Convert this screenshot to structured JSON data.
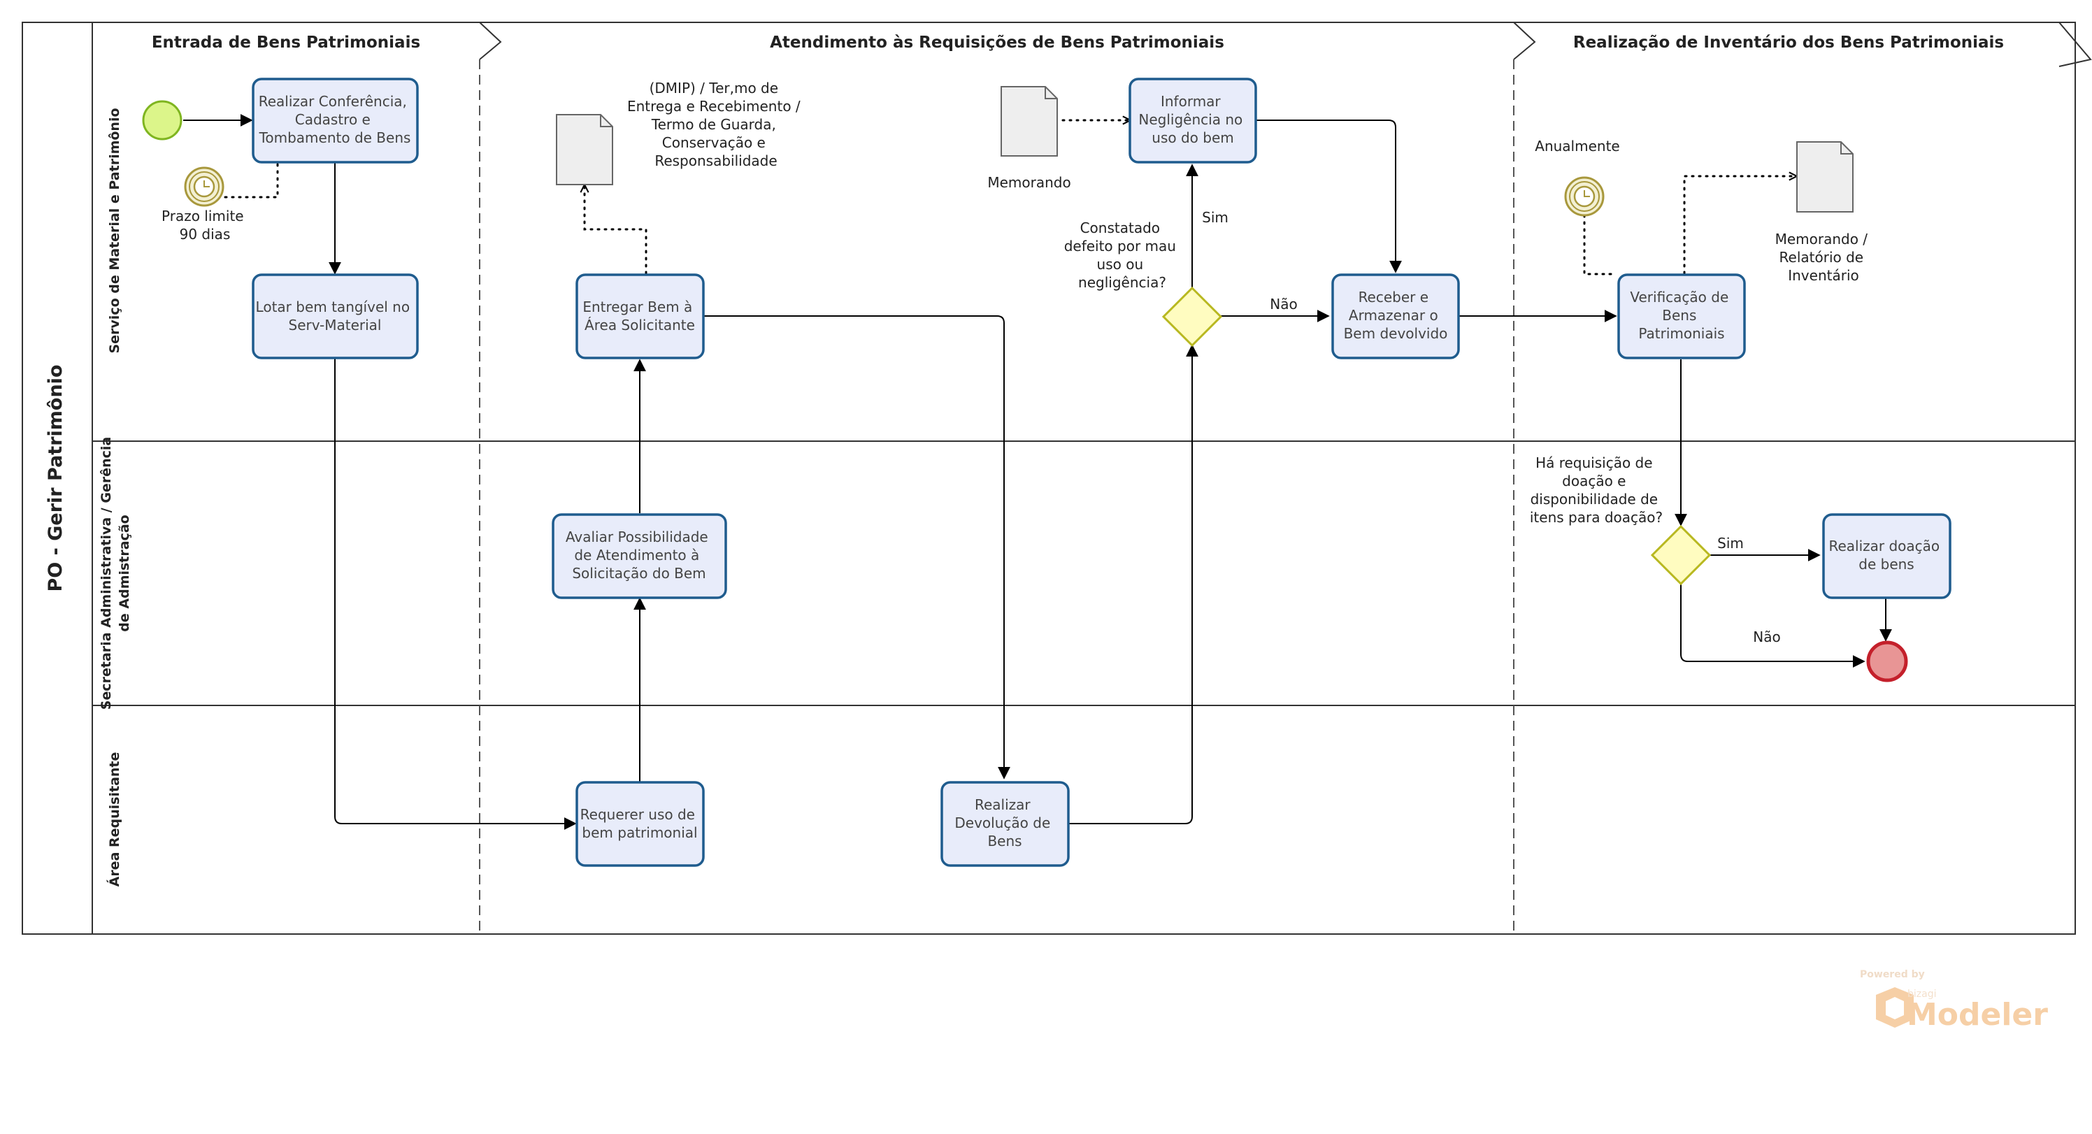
{
  "pool": {
    "title": "PO - Gerir Patrimônio"
  },
  "lanes": [
    {
      "id": "lane1",
      "title": "Serviço de Material e Patrimônio"
    },
    {
      "id": "lane2",
      "title_line1": "Secretaria Administrativa / Gerência",
      "title_line2": "de Admistração"
    },
    {
      "id": "lane3",
      "title": "Área Requisitante"
    }
  ],
  "phases": [
    {
      "title": "Entrada de Bens Patrimoniais"
    },
    {
      "title": "Atendimento às Requisições de Bens Patrimoniais"
    },
    {
      "title": "Realização de Inventário dos Bens Patrimoniais"
    }
  ],
  "tasks": {
    "conferencia": [
      "Realizar Conferência,",
      "Cadastro e",
      "Tombamento de Bens"
    ],
    "lotar": [
      "Lotar bem tangível no",
      "Serv-Material"
    ],
    "entregar": [
      "Entregar Bem à",
      "Área Solicitante"
    ],
    "informar": [
      "Informar",
      "Negligência no",
      "uso do bem"
    ],
    "receber": [
      "Receber e",
      "Armazenar o",
      "Bem devolvido"
    ],
    "verificacao": [
      "Verificação de",
      "Bens",
      "Patrimoniais"
    ],
    "avaliar": [
      "Avaliar Possibilidade",
      "de Atendimento à",
      "Solicitação do Bem"
    ],
    "doacao": [
      "Realizar doação",
      "de bens"
    ],
    "requerer": [
      "Requerer uso de",
      "bem patrimonial"
    ],
    "devolucao": [
      "Realizar",
      "Devolução de",
      "Bens"
    ]
  },
  "annotations": {
    "prazo": [
      "Prazo limite",
      "90 dias"
    ],
    "dmip": [
      "(DMIP) / Ter,mo de",
      "Entrega e Recebimento /",
      "Termo de Guarda,",
      "Conservação e",
      "Responsabilidade"
    ],
    "memorando": "Memorando",
    "constatado": [
      "Constatado",
      "defeito por mau",
      "uso ou",
      "negligência?"
    ],
    "anualmente": "Anualmente",
    "memorando_relatorio": [
      "Memorando /",
      "Relatório de",
      "Inventário"
    ],
    "ha_requisicao": [
      "Há requisição de",
      "doação e",
      "disponibilidade de",
      "itens para doação?"
    ]
  },
  "flow_labels": {
    "sim_top": "Sim",
    "nao_top": "Não",
    "sim_bottom": "Sim",
    "nao_bottom": "Não"
  },
  "watermark": {
    "powered_by": "Powered by",
    "brand": "bizagi",
    "product": "Modeler"
  },
  "colors": {
    "task_fill": "#e8ecfa",
    "task_stroke": "#1f5c8e",
    "start_fill": "#dcf58a",
    "start_stroke": "#7fb520",
    "end_fill": "#e89595",
    "end_stroke": "#c4202b",
    "gateway_fill": "#fffcc0",
    "gateway_stroke": "#b8b820",
    "timer_fill": "#f3f0d3",
    "timer_stroke": "#a8983c",
    "doc_fill": "#eeeeee",
    "doc_stroke": "#666666"
  }
}
